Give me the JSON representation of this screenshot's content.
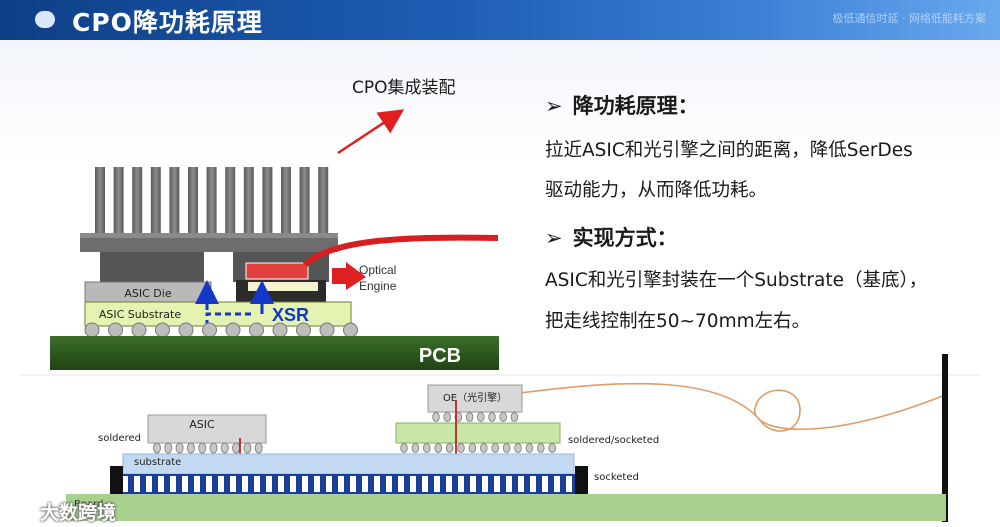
{
  "header": {
    "title": "CPO降功耗原理",
    "right_text": "极低通信时延 · 网络低能耗方案"
  },
  "upper_diagram": {
    "callout": "CPO集成装配",
    "asic_die": "ASIC Die",
    "asic_substrate": "ASIC Substrate",
    "xsr": "XSR",
    "optical_engine": "Optical\nEngine",
    "optical_engine_line1": "Optical",
    "optical_engine_line2": "Engine",
    "pcb": "PCB"
  },
  "lower_diagram": {
    "asic": "ASIC",
    "oe": "OE（光引擎）",
    "soldered": "soldered",
    "soldered_socketed": "soldered/socketed",
    "substrate": "substrate",
    "socketed": "socketed",
    "board": "Board"
  },
  "bullets": [
    {
      "heading": "降功耗原理：",
      "lines": [
        "拉近ASIC和光引擎之间的距离，降低SerDes",
        "驱动能力，从而降低功耗。"
      ]
    },
    {
      "heading": "实现方式：",
      "lines": [
        "ASIC和光引擎封装在一个Substrate（基底），",
        "把走线控制在50~70mm左右。"
      ]
    }
  ],
  "watermark": "大数跨境",
  "colors": {
    "header": "#1d5db4",
    "pcb_green": "#2d5a1f",
    "substrate_green": "#e4f3b2",
    "arrow_red": "#e02020",
    "xsr_blue": "#1437c8",
    "board_green": "#a8d18d",
    "lower_substrate_blue": "#c3d9f2",
    "fiber_orange": "#e09b6a"
  }
}
